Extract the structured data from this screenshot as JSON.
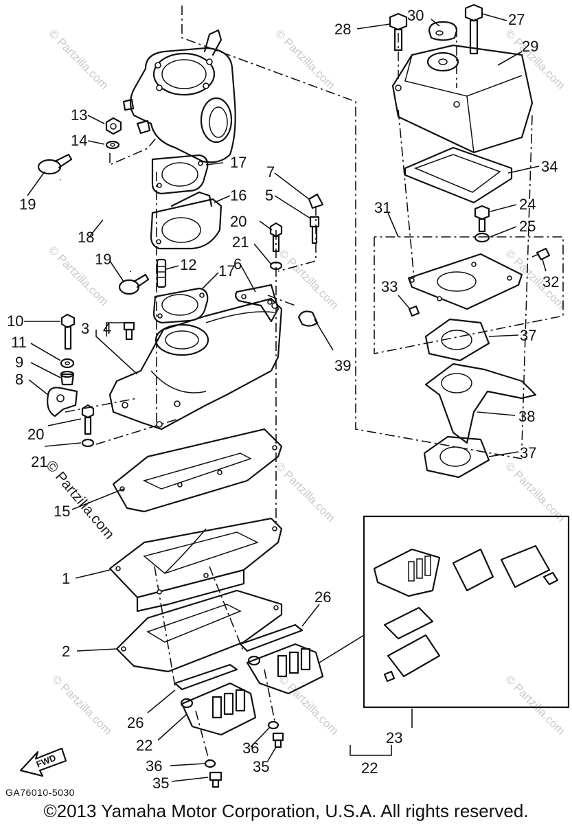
{
  "callouts": [
    {
      "id": "c1",
      "text": "1"
    },
    {
      "id": "c2",
      "text": "2"
    },
    {
      "id": "c3",
      "text": "3"
    },
    {
      "id": "c4",
      "text": "4"
    },
    {
      "id": "c5",
      "text": "5"
    },
    {
      "id": "c6",
      "text": "6"
    },
    {
      "id": "c7",
      "text": "7"
    },
    {
      "id": "c8",
      "text": "8"
    },
    {
      "id": "c9",
      "text": "9"
    },
    {
      "id": "c10",
      "text": "10"
    },
    {
      "id": "c11",
      "text": "11"
    },
    {
      "id": "c12",
      "text": "12"
    },
    {
      "id": "c13",
      "text": "13"
    },
    {
      "id": "c14",
      "text": "14"
    },
    {
      "id": "c15",
      "text": "15"
    },
    {
      "id": "c16",
      "text": "16"
    },
    {
      "id": "c17a",
      "text": "17"
    },
    {
      "id": "c17b",
      "text": "17"
    },
    {
      "id": "c18",
      "text": "18"
    },
    {
      "id": "c19a",
      "text": "19"
    },
    {
      "id": "c19b",
      "text": "19"
    },
    {
      "id": "c20a",
      "text": "20"
    },
    {
      "id": "c20b",
      "text": "20"
    },
    {
      "id": "c21a",
      "text": "21"
    },
    {
      "id": "c21b",
      "text": "21"
    },
    {
      "id": "c22a",
      "text": "22"
    },
    {
      "id": "c22b",
      "text": "22"
    },
    {
      "id": "c23",
      "text": "23"
    },
    {
      "id": "c24",
      "text": "24"
    },
    {
      "id": "c25",
      "text": "25"
    },
    {
      "id": "c26a",
      "text": "26"
    },
    {
      "id": "c26b",
      "text": "26"
    },
    {
      "id": "c27",
      "text": "27"
    },
    {
      "id": "c28",
      "text": "28"
    },
    {
      "id": "c29",
      "text": "29"
    },
    {
      "id": "c30",
      "text": "30"
    },
    {
      "id": "c31",
      "text": "31"
    },
    {
      "id": "c32",
      "text": "32"
    },
    {
      "id": "c33",
      "text": "33"
    },
    {
      "id": "c34",
      "text": "34"
    },
    {
      "id": "c35a",
      "text": "35"
    },
    {
      "id": "c35b",
      "text": "35"
    },
    {
      "id": "c36a",
      "text": "36"
    },
    {
      "id": "c36b",
      "text": "36"
    },
    {
      "id": "c37a",
      "text": "37"
    },
    {
      "id": "c37b",
      "text": "37"
    },
    {
      "id": "c38",
      "text": "38"
    },
    {
      "id": "c39",
      "text": "39"
    }
  ],
  "watermark": {
    "text": "© Partzilla.com",
    "dark_text": "© Partzilla.com"
  },
  "fwd_label": "FWD",
  "drawing_code": "GA76010-5030",
  "copyright": "©2013  Yamaha Motor Corporation, U.S.A. All rights reserved."
}
